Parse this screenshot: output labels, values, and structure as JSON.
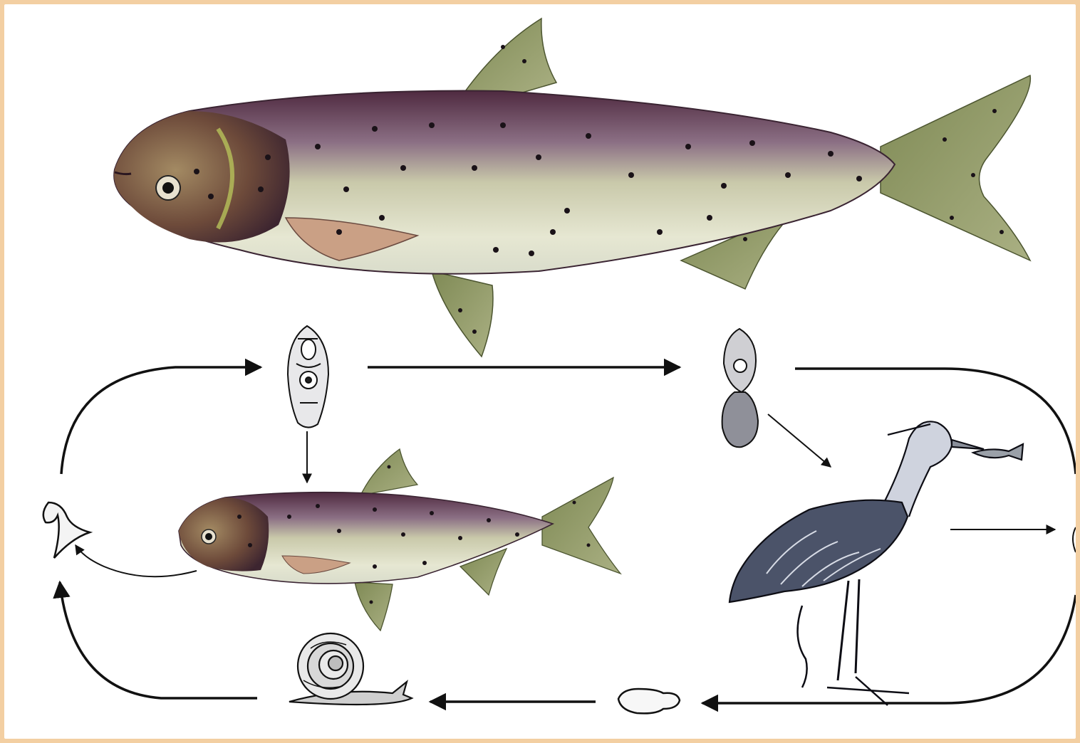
{
  "figure": {
    "kind": "life-cycle-diagram",
    "text_labels": []
  },
  "stages": [
    {
      "id": "adult-host-fish",
      "icon": "large-spotted-fish-icon"
    },
    {
      "id": "cercaria",
      "icon": "cercaria-larva-icon"
    },
    {
      "id": "metacercaria",
      "icon": "metacercaria-cyst-icon"
    },
    {
      "id": "infected-fish",
      "icon": "small-spotted-fish-icon"
    },
    {
      "id": "definitive-host-heron",
      "icon": "heron-with-fish-icon"
    },
    {
      "id": "egg",
      "icon": "egg-icon"
    },
    {
      "id": "snail-host",
      "icon": "snail-icon"
    },
    {
      "id": "free-larva",
      "icon": "larva-icon"
    }
  ],
  "colors": {
    "background_frame": "#f3cfa2",
    "paper": "#ffffff",
    "fish_back": "#5a2f46",
    "fish_belly": "#e9ead7",
    "fin": "#8f9966",
    "ink": "#111111"
  }
}
